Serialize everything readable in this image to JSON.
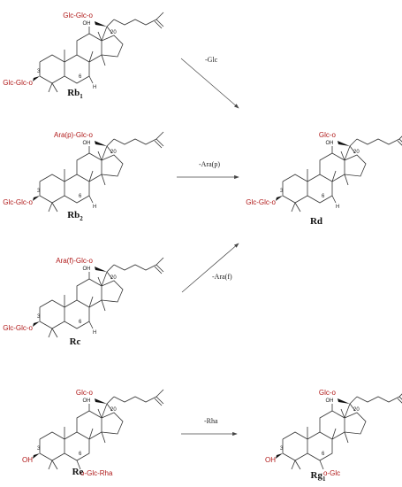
{
  "compounds": [
    {
      "id": "rb1",
      "name": "Rb",
      "sub": "1",
      "sugar20": "Glc-Glc-o",
      "sugar3": "Glc-Glc-o",
      "sugar6": "H",
      "has6sugar": false
    },
    {
      "id": "rb2",
      "name": "Rb",
      "sub": "2",
      "sugar20": "Ara(p)-Glc-o",
      "sugar3": "Glc-Glc-o",
      "sugar6": "H",
      "has6sugar": false
    },
    {
      "id": "rc",
      "name": "Rc",
      "sub": "",
      "sugar20": "Ara(f)-Glc-o",
      "sugar3": "Glc-Glc-o",
      "sugar6": "H",
      "has6sugar": false
    },
    {
      "id": "re",
      "name": "Re",
      "sub": "",
      "sugar20": "Glc-o",
      "sugar3": "OH",
      "sugar6": "o-Glc-Rha",
      "has6sugar": true
    },
    {
      "id": "rd",
      "name": "Rd",
      "sub": "",
      "sugar20": "Glc-o",
      "sugar3": "Glc-Glc-o",
      "sugar6": "H",
      "has6sugar": false
    },
    {
      "id": "rg1",
      "name": "Rg",
      "sub": "1",
      "sugar20": "Glc-o",
      "sugar3": "OH",
      "sugar6": "o-Glc",
      "has6sugar": true
    }
  ],
  "atom_labels": {
    "oh": "OH",
    "c20": "20",
    "c3": "3",
    "c6": "6"
  },
  "arrows": [
    {
      "id": "glc",
      "label": "-Glc"
    },
    {
      "id": "arap",
      "label": "-Ara(p)"
    },
    {
      "id": "araf",
      "label": "-Ara(f)"
    },
    {
      "id": "rha",
      "label": "-Rha"
    }
  ]
}
